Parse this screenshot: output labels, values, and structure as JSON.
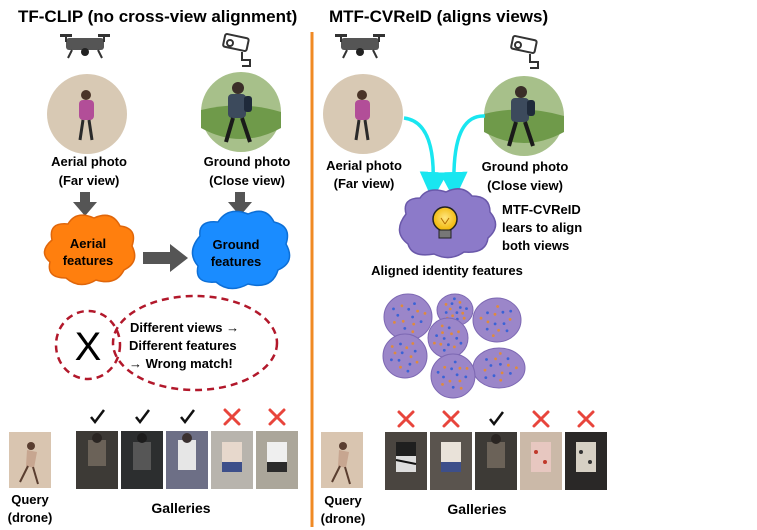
{
  "left": {
    "title": "TF-CLIP (no cross-view alignment)",
    "aerial_caption": [
      "Aerial photo",
      "(Far view)"
    ],
    "ground_caption": [
      "Ground photo",
      "(Close view)"
    ],
    "aerial_features": [
      "Aerial",
      "features"
    ],
    "ground_features": [
      "Ground",
      "features"
    ],
    "cross_mark": "X",
    "mismatch_lines": [
      "Different views →",
      "Different features",
      "→ Wrong match!"
    ],
    "query_label": [
      "Query",
      "(drone)"
    ],
    "galleries_label": "Galleries",
    "gallery_marks": [
      "check",
      "check",
      "check",
      "cross",
      "cross"
    ]
  },
  "right": {
    "title": "MTF-CVReID (aligns views)",
    "aerial_caption": [
      "Aerial photo",
      "(Far view)"
    ],
    "ground_caption": [
      "Ground photo",
      "(Close view)"
    ],
    "model_text": [
      "MTF-CVReID",
      "lears to align",
      "both views"
    ],
    "aligned_label": "Aligned identity features",
    "query_label": [
      "Query",
      "(drone)"
    ],
    "galleries_label": "Galleries",
    "gallery_marks": [
      "cross",
      "cross",
      "check",
      "cross",
      "cross"
    ]
  },
  "colors": {
    "divider": "#f08a24",
    "aerial_cloud": "#ff7f0e",
    "ground_cloud": "#1a8cff",
    "model_cloud": "#8c7ac9",
    "cluster_fill": "#9b86c9",
    "arrow_gray": "#555555",
    "arrow_cyan": "#19e6f0",
    "dashed_red": "#b2182b",
    "cross_red": "#e8453c"
  },
  "icons": [
    "drone-icon",
    "security-camera-icon",
    "light-bulb-icon",
    "check-mark-icon",
    "cross-mark-icon"
  ]
}
